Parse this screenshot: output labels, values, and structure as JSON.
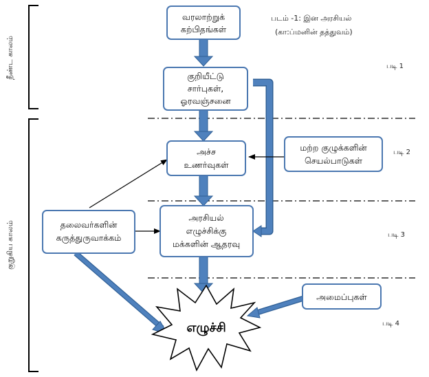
{
  "figure_caption": {
    "line1": "படம் -1: இன அரசியல்",
    "line2": "(கா:ப்மனின் தத்துவம்)"
  },
  "period_labels": {
    "long": "நீண்ட காலம்",
    "short": "குறுகிய காலம்"
  },
  "steps": {
    "step1": "படி 1",
    "step2": "படி 2",
    "step3": "படி 3",
    "step4": "படி 4"
  },
  "boxes": {
    "historical_grievances": [
      "வரலாற்றுக்",
      "கற்பிதங்கள்"
    ],
    "ethnic_bias": [
      "குறியீட்டு",
      "சார்புகள்,",
      "ஓரவஞ்சனை"
    ],
    "fear": [
      "அச்ச",
      "உணர்வுகள்"
    ],
    "other_groups": [
      "மற்ற குழுக்களின்",
      "செயல்பாடுகள்"
    ],
    "leaders_views": [
      "தலைவர்களின்",
      "கருத்துருவாக்கம்"
    ],
    "mass_support": [
      "அரசியல்",
      "எழுச்சிக்கு",
      "மக்களின் ஆதரவு"
    ],
    "organizations": [
      "அமைப்புகள்"
    ]
  },
  "uprising": "எழுச்சி",
  "colors": {
    "box_border": "#4a77b0",
    "thick_arrow": "#4f81bd",
    "thick_arrow_edge": "#2f5f95",
    "thin_arrow": "#000000",
    "divider": "#000000"
  }
}
